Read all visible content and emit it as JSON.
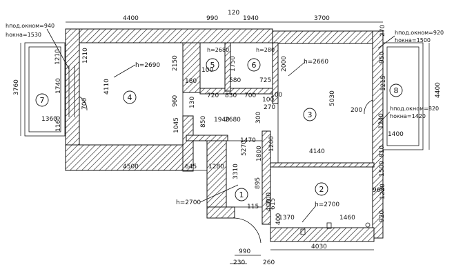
{
  "rooms": [
    {
      "id": "room-1",
      "number": "1",
      "height": "h=2700"
    },
    {
      "id": "room-2",
      "number": "2",
      "height": "h=2700"
    },
    {
      "id": "room-3",
      "number": "3",
      "height": "h=2660"
    },
    {
      "id": "room-4",
      "number": "4",
      "height": "h=2690"
    },
    {
      "id": "room-5",
      "number": "5",
      "height": "h=2680"
    },
    {
      "id": "room-6",
      "number": "6",
      "height": "h=280"
    },
    {
      "id": "room-7",
      "number": "7",
      "height": ""
    },
    {
      "id": "room-8",
      "number": "8",
      "height": ""
    }
  ],
  "window_notes": {
    "left_sill": "hпод.окном=940",
    "left_window": "hокна=1530",
    "right_sill_top": "hпод.окном=920",
    "right_window_top": "hокна=1500",
    "right_sill_mid": "hпод.окном=820",
    "right_window_mid": "hокна=1420"
  },
  "dims": {
    "top": [
      "4400",
      "990",
      "120",
      "1940",
      "3700",
      "270"
    ],
    "bottom": [
      "4500",
      "645",
      "1280",
      "990",
      "230",
      "260",
      "4030"
    ],
    "left": [
      "3760",
      "1210",
      "1740",
      "1160",
      "1360"
    ],
    "inner": [
      "1210",
      "4110",
      "2150",
      "960",
      "1045",
      "700",
      "130",
      "850",
      "1940",
      "2680",
      "720",
      "830",
      "700",
      "180",
      "100",
      "1750",
      "2000",
      "580",
      "725",
      "5030",
      "4140",
      "1400",
      "1240",
      "810",
      "1500",
      "1220",
      "920",
      "1460",
      "1370",
      "115",
      "895",
      "3310",
      "5270",
      "1800",
      "1260",
      "1470",
      "300",
      "270",
      "100",
      "100",
      "400",
      "400",
      "200",
      "200",
      "615",
      "950",
      "1215",
      "4400",
      "960"
    ]
  }
}
